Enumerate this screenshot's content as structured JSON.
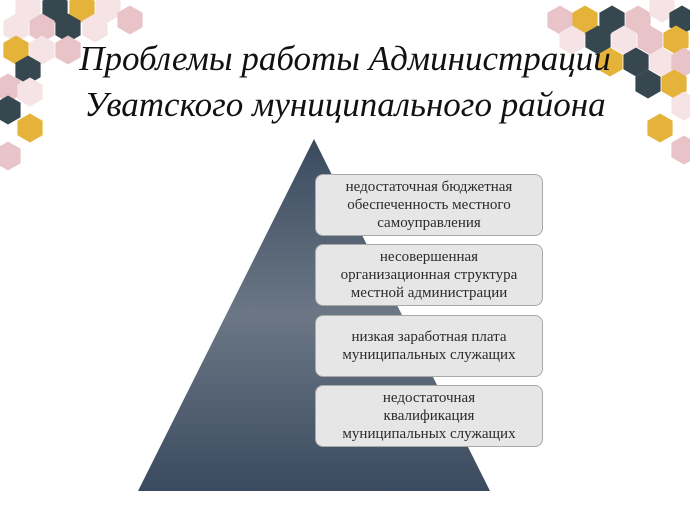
{
  "slide": {
    "title_line1": "Проблемы работы Администрации",
    "title_line2": "Уватского муниципального района"
  },
  "pyramid_items": [
    {
      "line1": "недостаточная бюджетная",
      "line2": "обеспеченность местного",
      "line3": "самоуправления"
    },
    {
      "line1": "несовершенная",
      "line2": "организационная структура",
      "line3": "местной администрации"
    },
    {
      "line1": "низкая заработная плата",
      "line2": "муниципальных служащих"
    },
    {
      "line1": "недостаточная",
      "line2": "квалификация",
      "line3": "муниципальных служащих"
    }
  ],
  "colors": {
    "hex_dark": "#37474f",
    "hex_gold": "#e5b23a",
    "hex_pink": "#e8c3c8",
    "hex_light_pink": "#f6e3e5",
    "pyramid_dark": "#3a4a5f",
    "pyramid_light": "#6b7785",
    "box_fill": "#e6e6e6"
  }
}
